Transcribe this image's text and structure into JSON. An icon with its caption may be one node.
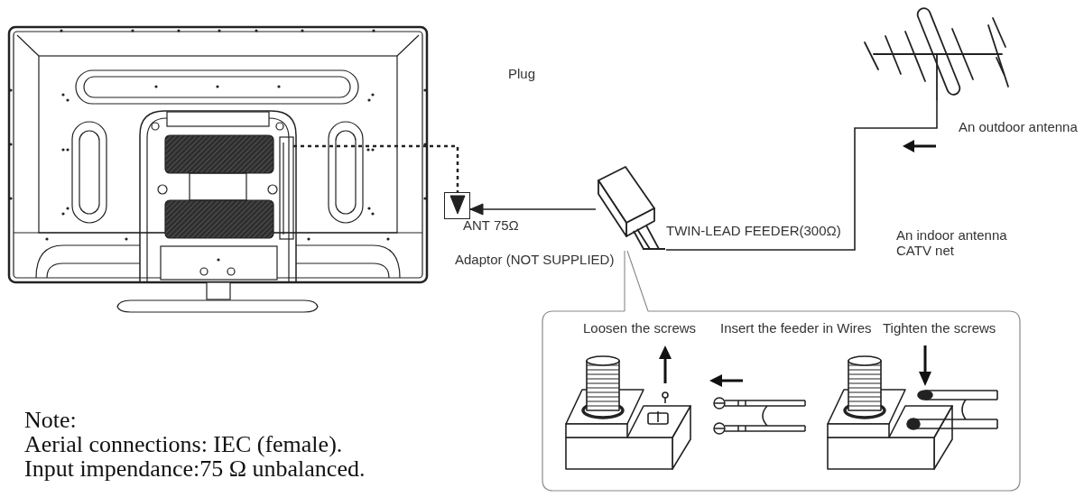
{
  "diagram": {
    "nodes": [
      {
        "text": [],
        "shape": "picture"
      },
      {
        "text": [],
        "shape": "box",
        "beside": [
          "ANT 75Ω"
        ]
      },
      {
        "text": [],
        "shape": "picture",
        "beside": [
          "Adaptor (NOT SUPPLIED)"
        ]
      },
      {
        "text": [],
        "shape": "picture",
        "beside": [
          "An outdoor antenna"
        ]
      },
      {
        "text": [
          "Loosen the screws",
          "Insert the feeder in Wires",
          "Tighten the screws"
        ]
      }
    ],
    "edges": [
      {
        "from": 0,
        "to": 1,
        "arrow": "to",
        "style": "dashed"
      },
      {
        "from": 2,
        "to": 1,
        "arrow": "to"
      },
      {
        "from": 3,
        "to": 2,
        "arrow": "none",
        "label": "TWIN-LEAD FEEDER(300Ω)"
      },
      {
        "from": 2,
        "to": 4,
        "arrow": "none",
        "color": "#888888"
      }
    ],
    "labels": [
      "Plug",
      "An indoor antenna",
      "CATV net",
      "Note:",
      "Aerial connections: IEC (female).",
      "Input impendance:75 Ω unbalanced."
    ]
  }
}
